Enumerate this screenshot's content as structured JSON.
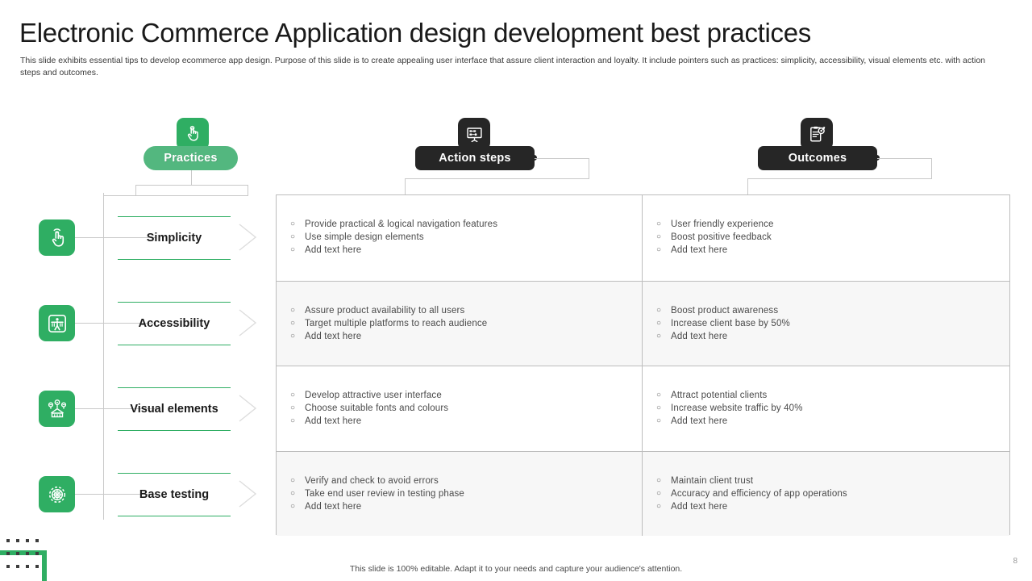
{
  "slide": {
    "title": "Electronic Commerce Application design development best practices",
    "subtitle": "This slide exhibits essential tips to develop ecommerce app design. Purpose of this slide is to create appealing user interface that assure client interaction and loyalty. It include pointers such as practices: simplicity, accessibility, visual elements etc. with action steps and outcomes.",
    "footer_note": "This slide is 100% editable. Adapt it to your needs and capture your audience's attention.",
    "page_number": "8"
  },
  "colors": {
    "accent_green": "#2fae63",
    "pill_green": "#53b77f",
    "dark": "#262626",
    "row_alt": "#f7f7f7",
    "border": "#bdbdbd"
  },
  "columns": [
    {
      "label": "Practices",
      "icon": "hand-tap-icon",
      "style": "green"
    },
    {
      "label": "Action steps",
      "icon": "presentation-board-icon",
      "style": "dark"
    },
    {
      "label": "Outcomes",
      "icon": "clipboard-target-icon",
      "style": "dark"
    }
  ],
  "practices": [
    {
      "label": "Simplicity",
      "icon": "touch-gesture-icon"
    },
    {
      "label": "Accessibility",
      "icon": "accessibility-person-icon"
    },
    {
      "label": "Visual elements",
      "icon": "network-nodes-icon"
    },
    {
      "label": "Base testing",
      "icon": "gear-cog-icon"
    }
  ],
  "matrix": [
    {
      "practice": "Simplicity",
      "action_steps": [
        "Provide  practical & logical  navigation  features",
        "Use simple design  elements",
        "Add text here"
      ],
      "outcomes": [
        "User friendly  experience",
        "Boost positive  feedback",
        "Add text here"
      ]
    },
    {
      "practice": "Accessibility",
      "action_steps": [
        "Assure product  availability  to all users",
        "Target  multiple platforms  to reach  audience",
        "Add text here"
      ],
      "outcomes": [
        "Boost product  awareness",
        "Increase  client base by 50%",
        "Add text here"
      ]
    },
    {
      "practice": "Visual elements",
      "action_steps": [
        "Develop  attractive  user interface",
        "Choose  suitable fonts and  colours",
        "Add text here"
      ],
      "outcomes": [
        "Attract potential  clients",
        "Increase  website  traffic  by 40%",
        "Add text here"
      ]
    },
    {
      "practice": "Base testing",
      "action_steps": [
        "Verify  and check to avoid  errors",
        "Take end user review  in testing phase",
        "Add text here"
      ],
      "outcomes": [
        "Maintain  client trust",
        "Accuracy and  efficiency  of app operations",
        "Add text here"
      ]
    }
  ],
  "bullet_mark": "○"
}
